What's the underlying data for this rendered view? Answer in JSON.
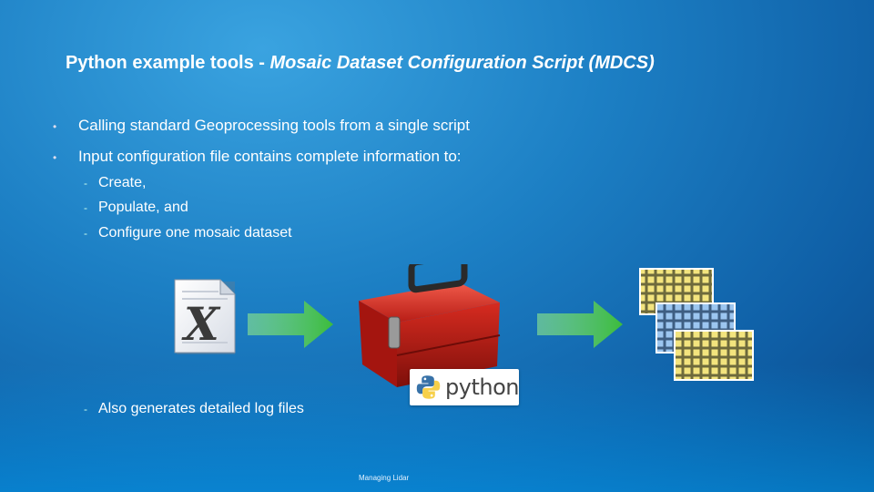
{
  "slide": {
    "title_plain": "Python example tools - ",
    "title_italic": "Mosaic Dataset Configuration Script (MDCS)",
    "bullets": [
      "Calling standard Geoprocessing tools from a single script",
      "Input configuration file contains complete information to:"
    ],
    "sub_items": [
      "Create,",
      "Populate, and",
      "Configure one mosaic dataset"
    ],
    "log_item": "Also generates detailed log files",
    "python_logo_text": "python",
    "footer": "Managing Lidar"
  },
  "icons": [
    "xml-file-icon",
    "arrow-right-icon",
    "toolbox-icon",
    "python-logo-icon",
    "mosaic-grid-stack-icon"
  ],
  "colors": {
    "background": "#1c7fc4",
    "arrow_green": "#4cc24c",
    "toolbox_red": "#c8231c",
    "grid_yellow": "#f2e27a",
    "grid_blue": "#8ab8e8"
  }
}
